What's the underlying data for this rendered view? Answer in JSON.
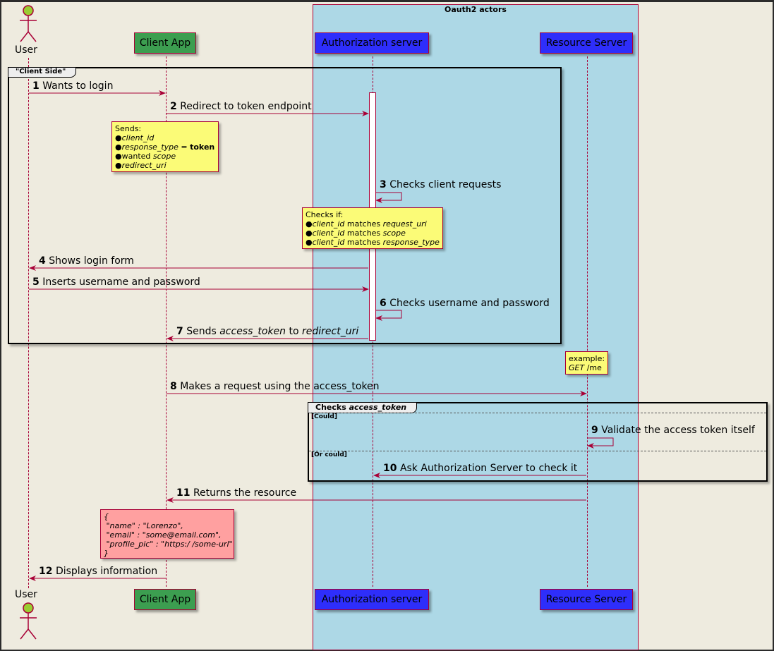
{
  "diagram": {
    "type": "sequence",
    "box_group": {
      "title": "Oauth2 actors",
      "color": "#add8e6"
    },
    "participants": [
      {
        "id": "user",
        "label": "User",
        "kind": "actor",
        "head_color": "#9acd32"
      },
      {
        "id": "client",
        "label": "Client App",
        "kind": "participant",
        "color": "#3c9e50"
      },
      {
        "id": "auth",
        "label": "Authorization server",
        "kind": "participant",
        "color": "#2e2efb"
      },
      {
        "id": "resource",
        "label": "Resource Server",
        "kind": "participant",
        "color": "#2e2efb"
      }
    ],
    "frames": {
      "client_side": {
        "title": "\"Client Side\""
      },
      "checks": {
        "title_prefix": "Checks ",
        "title_italic": "access_token",
        "guard1": "[Could]",
        "guard2": "[Or could]"
      }
    },
    "messages": [
      {
        "num": "1",
        "text": "Wants to login",
        "from": "user",
        "to": "client"
      },
      {
        "num": "2",
        "text": "Redirect to token endpoint",
        "from": "client",
        "to": "auth"
      },
      {
        "num": "3",
        "text": "Checks client requests",
        "from": "auth",
        "to": "auth"
      },
      {
        "num": "4",
        "text": "Shows login form",
        "from": "auth",
        "to": "user"
      },
      {
        "num": "5",
        "text": "Inserts username and password",
        "from": "user",
        "to": "auth"
      },
      {
        "num": "6",
        "text": "Checks username and password",
        "from": "auth",
        "to": "auth"
      },
      {
        "num": "7",
        "text_a": "Sends ",
        "text_b": "access_token",
        "text_c": " to ",
        "text_d": "redirect_uri",
        "from": "auth",
        "to": "client"
      },
      {
        "num": "8",
        "text": "Makes a request using the access_token",
        "from": "client",
        "to": "resource"
      },
      {
        "num": "9",
        "text": "Validate the access token itself",
        "from": "resource",
        "to": "resource"
      },
      {
        "num": "10",
        "text": "Ask Authorization Server to check it",
        "from": "resource",
        "to": "auth"
      },
      {
        "num": "11",
        "text": "Returns the resource",
        "from": "resource",
        "to": "client"
      },
      {
        "num": "12",
        "text": "Displays information",
        "from": "client",
        "to": "user"
      }
    ],
    "notes": {
      "sends": {
        "title": "Sends:",
        "items": [
          {
            "italic": "client_id",
            "rest": ""
          },
          {
            "italic": "response_type",
            "rest": " = ",
            "bold": "token"
          },
          {
            "plain": "wanted ",
            "italic": "scope"
          },
          {
            "italic": "redirect_uri"
          }
        ]
      },
      "checks_if": {
        "title": "Checks if:",
        "items": [
          {
            "italic": "client_id",
            "plain": " matches ",
            "italic2": "request_uri"
          },
          {
            "italic": "client_id",
            "plain": " matches ",
            "italic2": "scope"
          },
          {
            "italic": "client_id",
            "plain": " matches ",
            "italic2": "response_type"
          }
        ]
      },
      "example": {
        "line1": "example:",
        "line2_italic": "GET",
        "line2_rest": " /me"
      },
      "json": {
        "lines": [
          "{",
          " \"name\" : \"Lorenzo\",",
          " \"email\" : \"some@email.com\",",
          " \"profile_pic\" : \"https:/ /some-url\"",
          "}"
        ]
      }
    },
    "colors": {
      "arrow": "#a80036",
      "note_yellow": "#fbfb77",
      "note_pink": "#ffa0a0",
      "background": "#eeebdf"
    }
  }
}
